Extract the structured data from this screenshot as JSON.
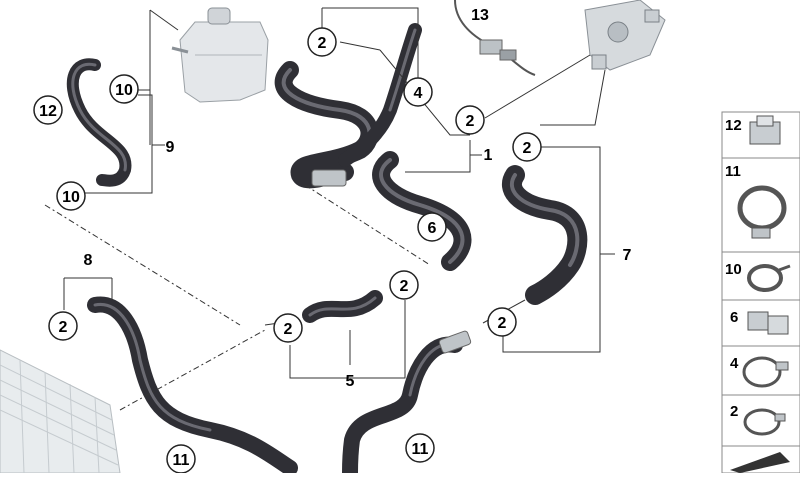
{
  "callouts": {
    "c12": "12",
    "c10a": "10",
    "c10b": "10",
    "c9": "9",
    "c2_top_a": "2",
    "c4": "4",
    "c13": "13",
    "c2_mid": "2",
    "c1": "1",
    "c2_right": "2",
    "c6": "6",
    "c7": "7",
    "c8": "8",
    "c2_left": "2",
    "c2_pipe_a": "2",
    "c2_pipe_b": "2",
    "c5": "5",
    "c2_low": "2",
    "c11a": "11",
    "c11b": "11"
  },
  "legend": {
    "items": [
      {
        "num": "12",
        "icon": "clip-icon"
      },
      {
        "num": "11",
        "icon": "band-clamp-icon"
      },
      {
        "num": "10",
        "icon": "spring-clamp-icon"
      },
      {
        "num": "6",
        "icon": "double-clip-icon"
      },
      {
        "num": "4",
        "icon": "hose-clamp-icon"
      },
      {
        "num": "2",
        "icon": "hose-clamp-small-icon"
      }
    ]
  },
  "colors": {
    "hose": "#3a3a40",
    "hose_highlight": "#6a6a72",
    "line": "#222222",
    "part_gray": "#d9dde0"
  }
}
